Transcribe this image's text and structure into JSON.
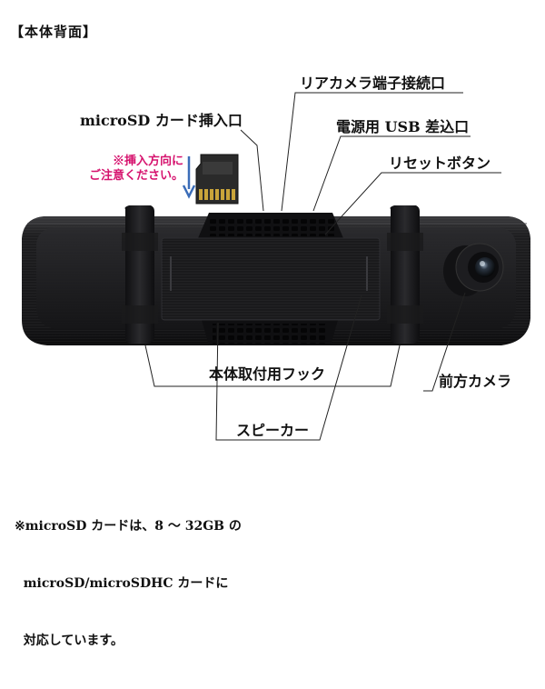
{
  "section_title": "【本体背面】",
  "labels": {
    "rear_camera_port": "リアカメラ端子接続口",
    "microsd_slot": "microSD カード挿入口",
    "usb_power_port": "電源用 USB 差込口",
    "reset_button": "リセットボタン",
    "mount_hook": "本体取付用フック",
    "front_camera": "前方カメラ",
    "speaker": "スピーカー"
  },
  "caution": {
    "line1": "※挿入方向に",
    "line2": "ご注意ください。"
  },
  "note": {
    "line1": "※microSD カードは、8 ～ 32GB の",
    "line2": "  microSD/microSDHC カードに",
    "line3": "  対応しています。"
  },
  "colors": {
    "body": "#1c1c1e",
    "caution_text": "#d6136e",
    "arrow": "#3b6db8"
  }
}
